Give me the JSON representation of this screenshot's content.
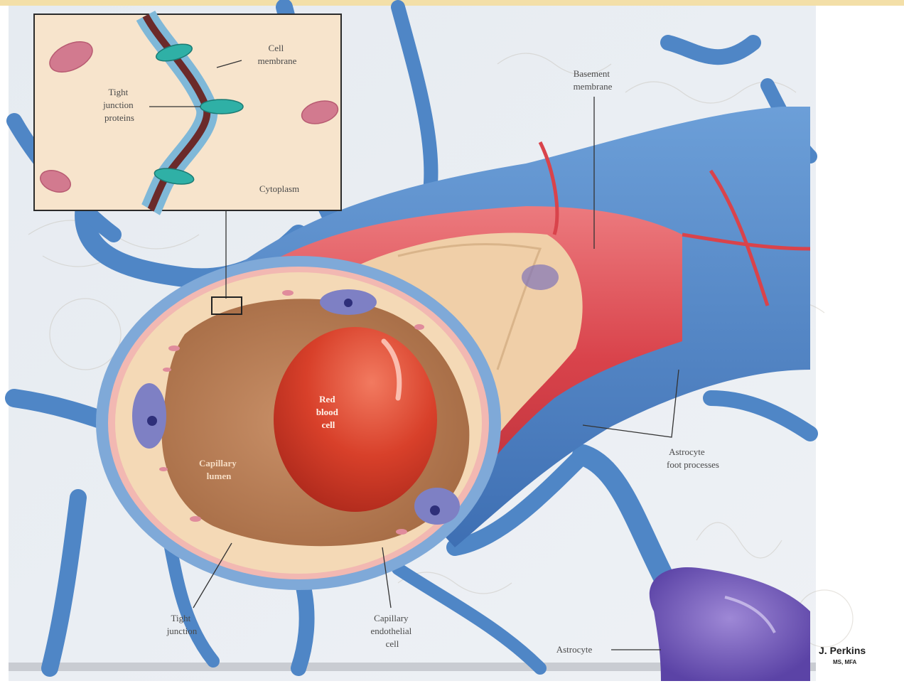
{
  "labels": {
    "cell_membrane": [
      "Cell",
      "membrane"
    ],
    "tight_junction_proteins": [
      "Tight",
      "junction",
      "proteins"
    ],
    "cytoplasm": "Cytoplasm",
    "basement_membrane": [
      "Basement",
      "membrane"
    ],
    "red_blood_cell": [
      "Red",
      "blood",
      "cell"
    ],
    "capillary_lumen": [
      "Capillary",
      "lumen"
    ],
    "astrocyte_foot_processes": [
      "Astrocyte",
      "foot processes"
    ],
    "tight_junction": [
      "Tight",
      "junction"
    ],
    "capillary_endothelial_cell": [
      "Capillary",
      "endothelial",
      "cell"
    ],
    "astrocyte": "Astrocyte"
  },
  "signature": {
    "name": "J. Perkins",
    "credentials": "MS, MFA"
  },
  "colors": {
    "astrocyte_blue": "#4f86c6",
    "basement_red": "#d9434b",
    "lumen_tan": "#b97f55",
    "rbc_red": "#d8402a",
    "endothelial_cream": "#f4d9b6",
    "nucleus_purple": "#5a5fb0",
    "junction_teal": "#2fb0a6",
    "inset_bg": "#f7e4cc"
  }
}
